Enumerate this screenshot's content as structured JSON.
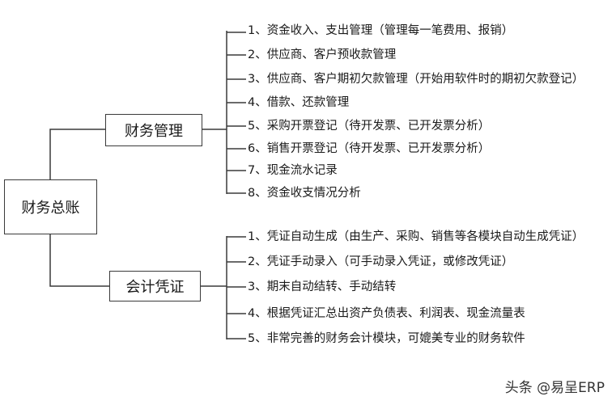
{
  "root": {
    "label": "财务总账"
  },
  "branches": [
    {
      "label": "财务管理",
      "items": [
        "1、资金收入、支出管理（管理每一笔费用、报销）",
        "2、供应商、客户预收款管理",
        "3、供应商、客户期初欠款管理（开始用软件时的期初欠款登记）",
        "4、借款、还款管理",
        "5、采购开票登记（待开发票、已开发票分析）",
        "6、销售开票登记（待开发票、已开发票分析）",
        "7、现金流水记录",
        "8、资金收支情况分析"
      ]
    },
    {
      "label": "会计凭证",
      "items": [
        "1、凭证自动生成（由生产、采购、销售等各模块自动生成凭证）",
        "2、凭证手动录入（可手动录入凭证，或修改凭证）",
        "3、期末自动结转、手动结转",
        "4、根据凭证汇总出资产负债表、利润表、现金流量表",
        "5、非常完善的财务会计模块，可媲美专业的财务软件"
      ]
    }
  ],
  "watermark": "头条 @易呈ERP",
  "colors": {
    "line": "#3a3a3a",
    "text": "#1a1a1a"
  }
}
